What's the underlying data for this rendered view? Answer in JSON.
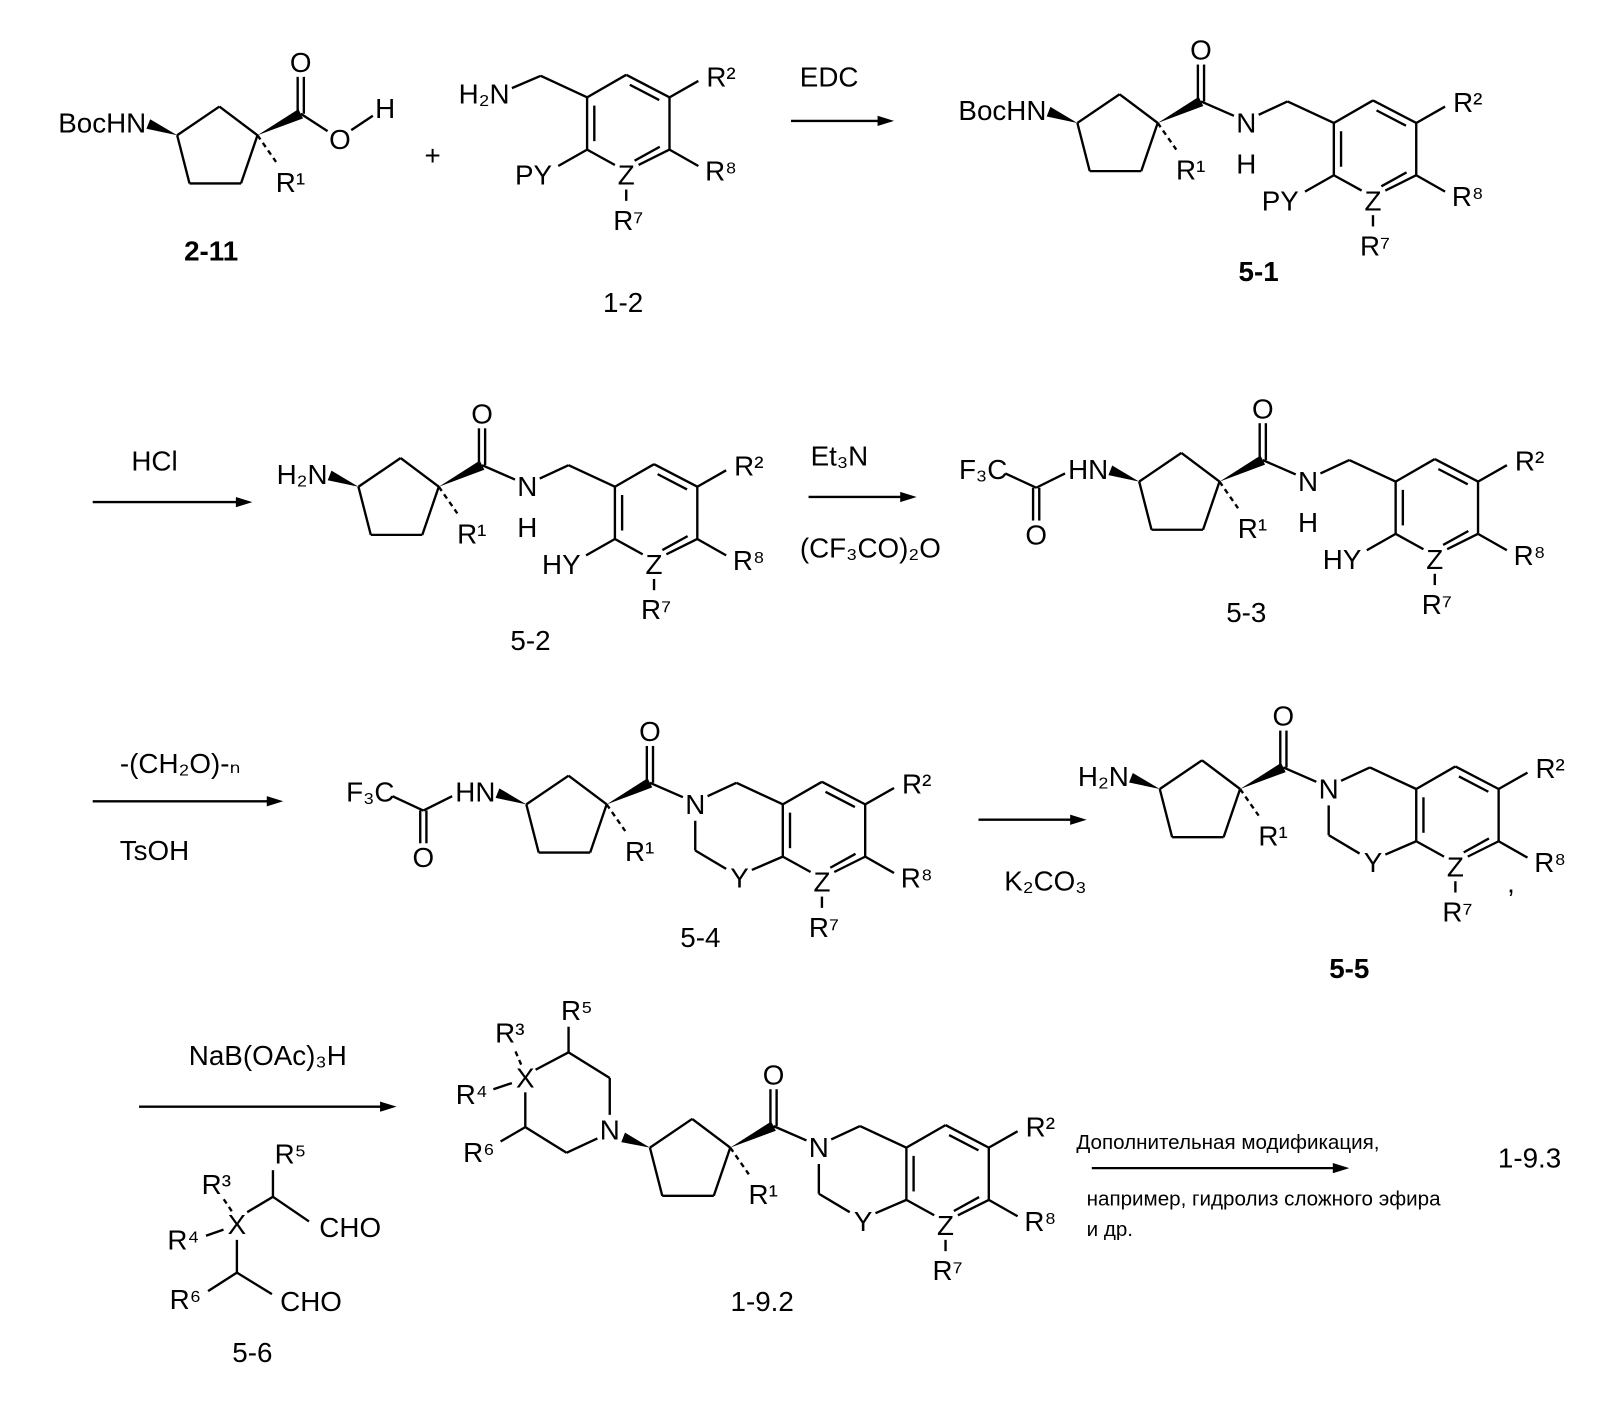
{
  "plus": "+",
  "reagents": {
    "edc": "EDC",
    "hcl": "HCl",
    "et3n": "Et₃N",
    "tfaa": "(CF₃CO)₂O",
    "paraform": "-(CH₂O)-ₙ",
    "tsoh": "TsOH",
    "k2co3": "K₂CO₃",
    "stab": "NaB(OAc)₃H",
    "final": [
      "Дополнительная модификация,",
      "например, гидролиз сложного эфира",
      "и др."
    ]
  },
  "compounds": {
    "c2_11": {
      "id": "2-11",
      "amine": "BocHN",
      "carbonyl_o": "O",
      "hydroxyl_o": "O",
      "hydroxyl_h": "H",
      "r1": "R¹"
    },
    "c1_2": {
      "id": "1-2",
      "amine": "H₂N",
      "ortho": "PY",
      "z": "Z",
      "r2": "R²",
      "r7": "R⁷",
      "r8": "R⁸"
    },
    "c5_1": {
      "id": "5-1",
      "amine": "BocHN",
      "carbonyl_o": "O",
      "amide_n": "N",
      "amide_h": "H",
      "r1": "R¹",
      "ortho": "PY",
      "z": "Z",
      "r2": "R²",
      "r7": "R⁷",
      "r8": "R⁸"
    },
    "c5_2": {
      "id": "5-2",
      "amine": "H₂N",
      "carbonyl_o": "O",
      "amide_n": "N",
      "amide_h": "H",
      "r1": "R¹",
      "ortho": "HY",
      "z": "Z",
      "r2": "R²",
      "r7": "R⁷",
      "r8": "R⁸"
    },
    "c5_3": {
      "id": "5-3",
      "acyl": "F₃C",
      "acyl_o": "O",
      "amine": "HN",
      "carbonyl_o": "O",
      "amide_n": "N",
      "amide_h": "H",
      "r1": "R¹",
      "ortho": "HY",
      "z": "Z",
      "r2": "R²",
      "r7": "R⁷",
      "r8": "R⁸"
    },
    "c5_4": {
      "id": "5-4",
      "acyl": "F₃C",
      "acyl_o": "O",
      "amine": "HN",
      "carbonyl_o": "O",
      "ring_n": "N",
      "y": "Y",
      "r1": "R¹",
      "z": "Z",
      "r2": "R²",
      "r7": "R⁷",
      "r8": "R⁸"
    },
    "c5_5": {
      "id": "5-5",
      "amine": "H₂N",
      "carbonyl_o": "O",
      "ring_n": "N",
      "y": "Y",
      "r1": "R¹",
      "z": "Z",
      "r2": "R²",
      "r7": "R⁷",
      "r8": "R⁸",
      "separator": ","
    },
    "c5_6": {
      "id": "5-6",
      "x": "X",
      "r3": "R³",
      "r4": "R⁴",
      "r5": "R⁵",
      "r6": "R⁶",
      "cho_1": "CHO",
      "cho_2": "CHO"
    },
    "c1_9_2": {
      "id": "1-9.2",
      "pip_n": "N",
      "x": "X",
      "r3": "R³",
      "r4": "R⁴",
      "r5": "R⁵",
      "r6": "R⁶",
      "carbonyl_o": "O",
      "ring_n": "N",
      "y": "Y",
      "r1": "R¹",
      "z": "Z",
      "r2": "R²",
      "r7": "R⁷",
      "r8": "R⁸"
    },
    "c1_9_3": {
      "id": "1-9.3"
    }
  }
}
